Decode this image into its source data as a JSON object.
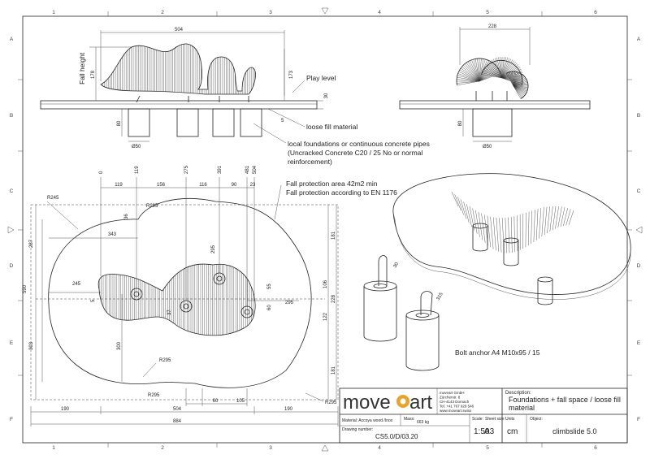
{
  "grid": {
    "cols": [
      "1",
      "2",
      "3",
      "4",
      "5",
      "6"
    ],
    "rows": [
      "A",
      "B",
      "C",
      "D",
      "E",
      "F"
    ]
  },
  "side_view": {
    "width_dim": "504",
    "fall_height_label": "Fall height",
    "height_178": "178",
    "height_173": "173",
    "play_level": "Play level",
    "dim_30": "30",
    "dim_5": "5",
    "dim_80": "80",
    "dim_d50": "Ø50",
    "loose_fill": "loose fill material",
    "foundations_note": [
      "local foundations or continuous concrete pipes",
      "(Uncracked Concrete C20 / 25 No or normal",
      "reinforcement)"
    ]
  },
  "end_view": {
    "width_dim": "228",
    "dim_80": "80",
    "dim_d50": "Ø50"
  },
  "plan_view": {
    "top_dims": [
      "0",
      "119",
      "275",
      "391",
      "481",
      "504"
    ],
    "seg_dims": [
      "119",
      "156",
      "116",
      "90",
      "23"
    ],
    "r245_top": "R245",
    "r295_top": "R295",
    "dim_343": "343",
    "dim_36": "36",
    "dim_287": "287",
    "dim_590": "590",
    "dim_303": "303",
    "dim_245": "245",
    "dim_5": "5",
    "dim_300": "300",
    "dim_37": "37",
    "dim_295v": "295",
    "dim_55": "55",
    "dim_60v": "60",
    "dim_295h": "295",
    "dim_106": "106",
    "dim_122": "122",
    "dim_228": "228",
    "dim_181_top": "181",
    "dim_181_bot": "181",
    "r295_inner": "R295",
    "r295_bottom": "R295",
    "r295_right": "R295",
    "bottom_dims": [
      "60",
      "105"
    ],
    "dims_190_504_190": [
      "190",
      "504",
      "190"
    ],
    "total_884": "884",
    "fall_note": [
      "Fall protection area 42m2 min",
      "Fall protection according to EN 1176"
    ]
  },
  "iso_view": {
    "bolt_note": "Bolt anchor A4 M10x95 / 15",
    "dim_30": "30",
    "dim_315": "315"
  },
  "title_block": {
    "logo_left": "move",
    "logo_right": "art",
    "company": [
      "moveart GmbH",
      "Zürcherstr. 8",
      "CH-4143 Dornach",
      "Tel. +41 767 929 546",
      "www.moveart.swiss"
    ],
    "description_label": "Description:",
    "description": [
      "Foundations + fall space / loose fill",
      "material"
    ],
    "material_label": "Material: Accoya wood /Inox",
    "mass_label": "Mass:",
    "mass_value": "663 kg",
    "drawing_number_label": "Drawing number:",
    "drawing_number": "CS5.0/D/03.20",
    "scale_label": "Scale:",
    "scale_value": "1:50",
    "sheet_label": "Sheet size:",
    "sheet_value": "A3",
    "units_label": "Units",
    "units_value": "cm",
    "object_label": "Object:",
    "object_value": "climbslide 5.0"
  },
  "colors": {
    "line": "#222222",
    "logo_orange": "#e8a32a"
  }
}
